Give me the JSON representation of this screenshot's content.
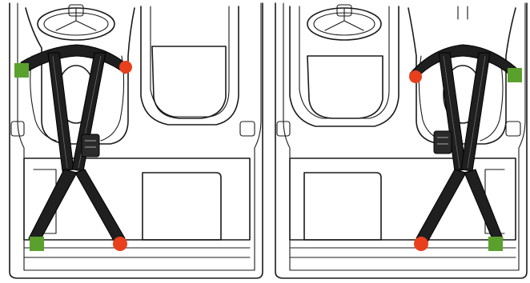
{
  "figure": {
    "panels": [
      {
        "id": "left",
        "seat_side": "driver",
        "harness": "five-point"
      },
      {
        "id": "right",
        "seat_side": "passenger",
        "harness": "five-point"
      }
    ],
    "colors": {
      "outline": "#1a1a1a",
      "strap": "#1f1f1f",
      "anchor_fixed": "#5aa02c",
      "anchor_adjustable": "#e8401c",
      "background": "#ffffff"
    },
    "marker_shapes": {
      "anchor_fixed": "square",
      "anchor_adjustable": "circle"
    },
    "icons": [
      "steering-wheel-icon",
      "harness-buckle-icon"
    ]
  }
}
